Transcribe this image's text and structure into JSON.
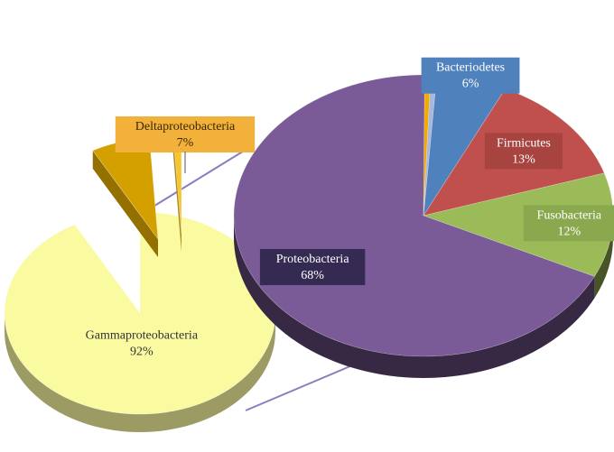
{
  "chart_data": [
    {
      "type": "pie",
      "style": "3d-exploded",
      "title": "",
      "slices": [
        {
          "name": "Bacteriodetes",
          "value": 6,
          "label": "6%",
          "color": "#4f81bd"
        },
        {
          "name": "Firmicutes",
          "value": 13,
          "label": "13%",
          "color": "#c0504d"
        },
        {
          "name": "Fusobacteria",
          "value": 12,
          "label": "12%",
          "color": "#9bbb59"
        },
        {
          "name": "Proteobacteria",
          "value": 68,
          "label": "68%",
          "color": "#7a5a97"
        },
        {
          "name": "",
          "value": 0.5,
          "label": "",
          "color": "#f2a900"
        },
        {
          "name": "",
          "value": 0.5,
          "label": "",
          "color": "#a6b7dd"
        }
      ],
      "legend": "none"
    },
    {
      "type": "pie",
      "style": "3d-exploded",
      "title": "",
      "breakdown_of": "Proteobacteria",
      "slices": [
        {
          "name": "Gammaproteobacteria",
          "value": 92,
          "label": "92%",
          "color": "#fafaa0"
        },
        {
          "name": "Deltaproteobacteria",
          "value": 7,
          "label": "7%",
          "color": "#d4a000"
        },
        {
          "name": "",
          "value": 1,
          "label": "",
          "color": "#f6c630"
        }
      ],
      "legend": "none"
    }
  ]
}
